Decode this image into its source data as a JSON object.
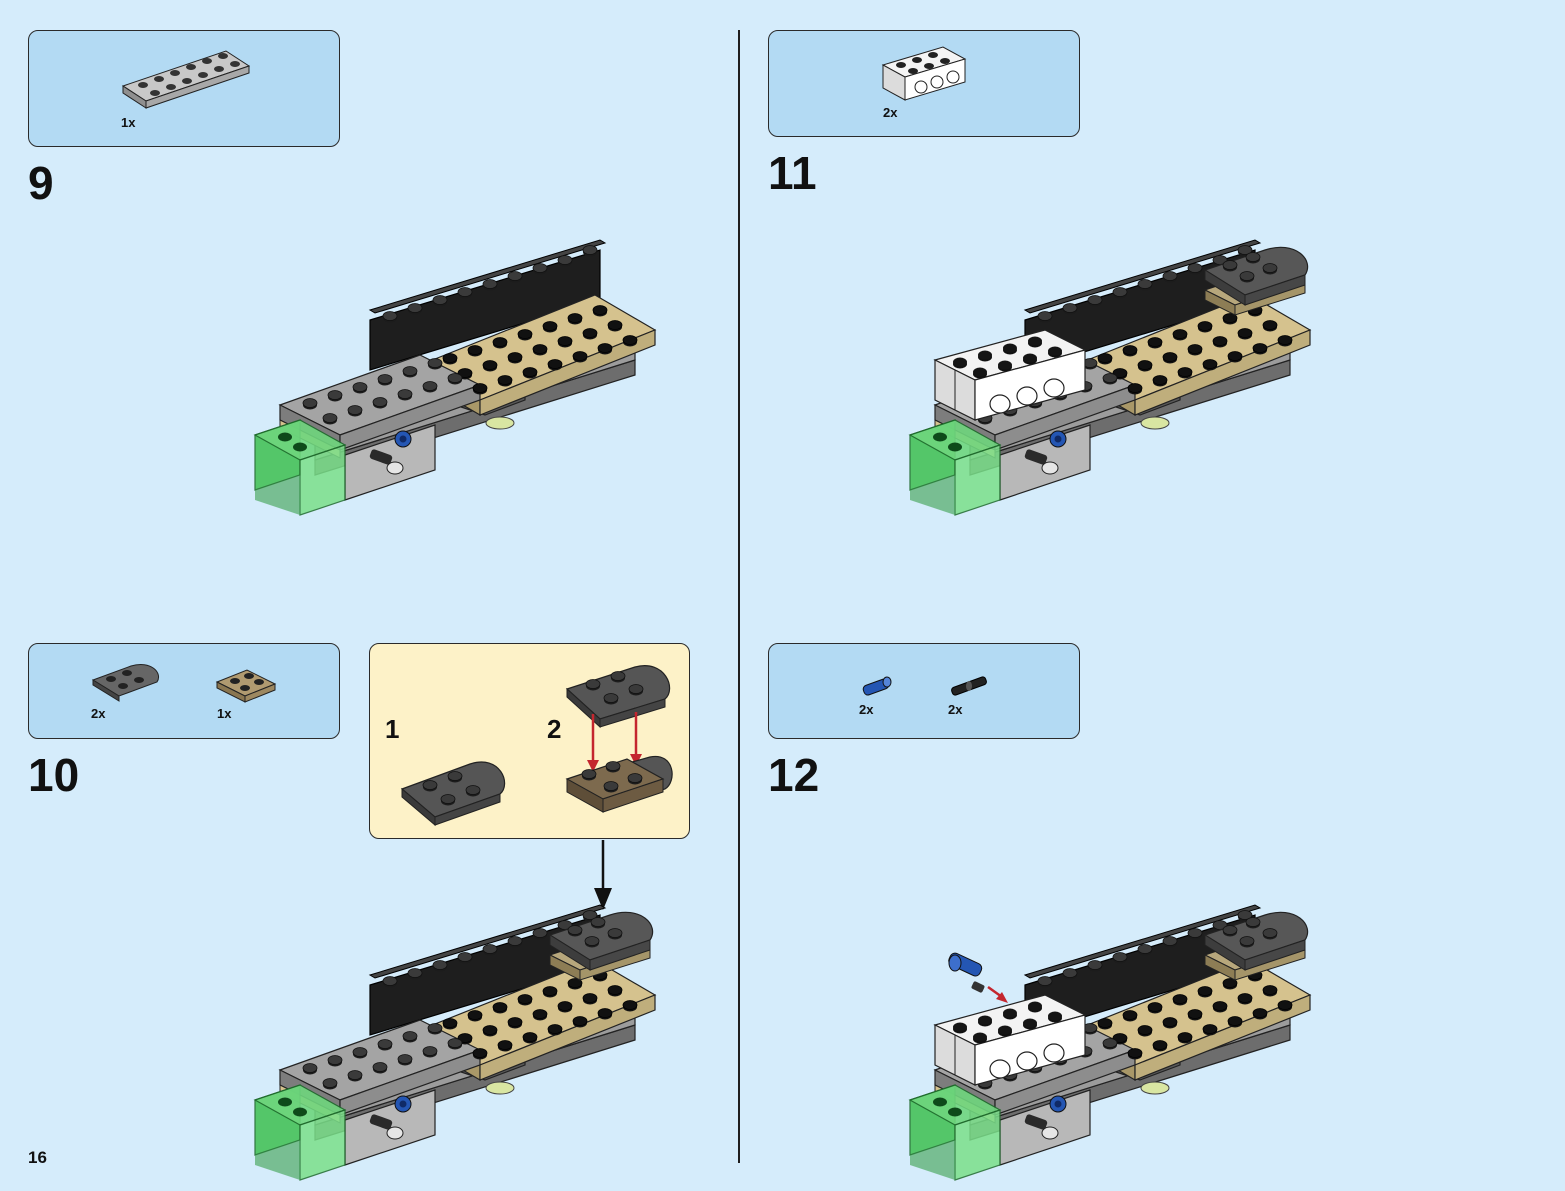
{
  "page_number": "16",
  "steps": [
    {
      "number": "9",
      "parts": [
        {
          "qty": "1x",
          "icon": "light-gray-2x6-plate-icon"
        }
      ]
    },
    {
      "number": "10",
      "parts": [
        {
          "qty": "2x",
          "icon": "dark-gray-round-plate-icon"
        },
        {
          "qty": "1x",
          "icon": "tan-2x2-plate-icon"
        }
      ],
      "subassembly": {
        "step1": "1",
        "step2": "2"
      }
    },
    {
      "number": "11",
      "parts": [
        {
          "qty": "2x",
          "icon": "white-technic-brick-icon"
        }
      ]
    },
    {
      "number": "12",
      "parts": [
        {
          "qty": "2x",
          "icon": "blue-pin-icon"
        },
        {
          "qty": "2x",
          "icon": "black-axle-pin-icon"
        }
      ]
    }
  ],
  "colors": {
    "background": "#d5ecfb",
    "parts_box": "#b3daf3",
    "subassembly_box": "#fdf2c8",
    "arrow_red": "#c4262e"
  }
}
